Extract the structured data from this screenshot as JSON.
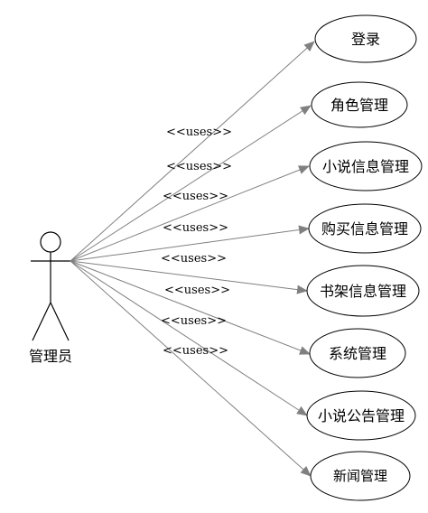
{
  "actor": {
    "name": "管理员"
  },
  "stereotype": "<<uses>>",
  "use_cases": [
    {
      "label": "登录"
    },
    {
      "label": "角色管理"
    },
    {
      "label": "小说信息管理"
    },
    {
      "label": "购买信息管理"
    },
    {
      "label": "书架信息管理"
    },
    {
      "label": "系统管理"
    },
    {
      "label": "小说公告管理"
    },
    {
      "label": "新闻管理"
    }
  ],
  "colors": {
    "line": "#808080",
    "stroke": "#000000",
    "background": "#ffffff"
  }
}
